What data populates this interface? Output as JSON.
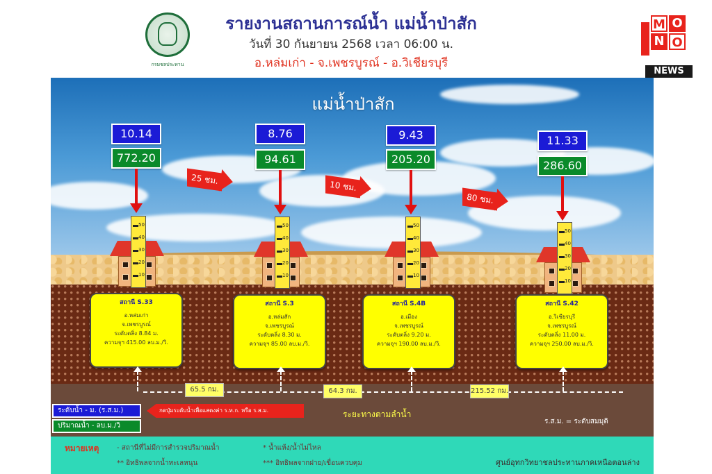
{
  "header": {
    "title": "รายงานสถานการณ์น้ำ แม่น้ำป่าสัก",
    "subtitle": "วันที่ 30 กันยายน 2568 เวลา 06:00 น.",
    "location": "อ.หล่มเก่า - จ.เพชรบูรณ์ - อ.วิเชียรบุรี",
    "logo_caption": "กรมชลประทาน"
  },
  "brand": {
    "letters": [
      "M",
      "O",
      "N",
      "O"
    ],
    "news": "NEWS"
  },
  "colors": {
    "level_box": "#1b1bd6",
    "flow_box": "#0a8a2a",
    "arrow": "#e01010",
    "station_card": "#ffff00",
    "footer": "#2fd9b8"
  },
  "river_title": "แม่น้ำป่าสัก",
  "stations": [
    {
      "level": "10.14",
      "flow": "772.20",
      "name": "สถานี S.33",
      "amphoe": "อ.หล่มเก่า",
      "province": "จ.เพชรบูรณ์",
      "bank_depth": "ระดับตลิ่ง 8.84 ม.",
      "capacity": "ความจุฯ 415.00 ลบ.ม./วิ."
    },
    {
      "level": "8.76",
      "flow": "94.61",
      "name": "สถานี S.3",
      "amphoe": "อ.หล่มสัก",
      "province": "จ.เพชรบูรณ์",
      "bank_depth": "ระดับตลิ่ง 8.30 ม.",
      "capacity": "ความจุฯ 85.00 ลบ.ม./วิ."
    },
    {
      "level": "9.43",
      "flow": "205.20",
      "name": "สถานี S.4B",
      "amphoe": "อ.เมือง",
      "province": "จ.เพชรบูรณ์",
      "bank_depth": "ระดับตลิ่ง 9.20 ม.",
      "capacity": "ความจุฯ 190.00 ลบ.ม./วิ."
    },
    {
      "level": "11.33",
      "flow": "286.60",
      "name": "สถานี S.42",
      "amphoe": "อ.วิเชียรบุรี",
      "province": "จ.เพชรบูรณ์",
      "bank_depth": "ระดับตลิ่ง 11.00 ม.",
      "capacity": "ความจุฯ 250.00 ลบ.ม./วิ."
    }
  ],
  "travel_times": [
    "25 ชม.",
    "10 ชม.",
    "80 ชม."
  ],
  "distances": [
    "65.5 กม.",
    "64.3 กม.",
    "215.52 กม."
  ],
  "distance_label": "ระยะทางตามลำน้ำ",
  "legend": {
    "level": "ระดับน้ำ - ม. (ร.ส.ม.)",
    "flow": "ปริมาณน้ำ - ลบ.ม./วิ",
    "pointer": "กดปุ่มระดับน้ำเพื่อแสดงค่า ร.ท.ก. หรือ ร.ส.ม.",
    "msl": "ร.ส.ม. = ระดับสมมุติ"
  },
  "gauge_ticks": [
    "50",
    "40",
    "30",
    "20",
    "10"
  ],
  "notes": {
    "label": "หมายเหตุ",
    "n1": "-  สถานีที่ไม่มีการสำรวจปริมาณน้ำ",
    "n2": "*   น้ำแห้ง/น้ำไม่ไหล",
    "n3": "** อิทธิพลจากน้ำทะเลหนุน",
    "n4": "*** อิทธิพลจากฝาย/เขื่อนควบคุม",
    "center": "ศูนย์อุทกวิทยาชลประทานภาคเหนือตอนล่าง"
  }
}
